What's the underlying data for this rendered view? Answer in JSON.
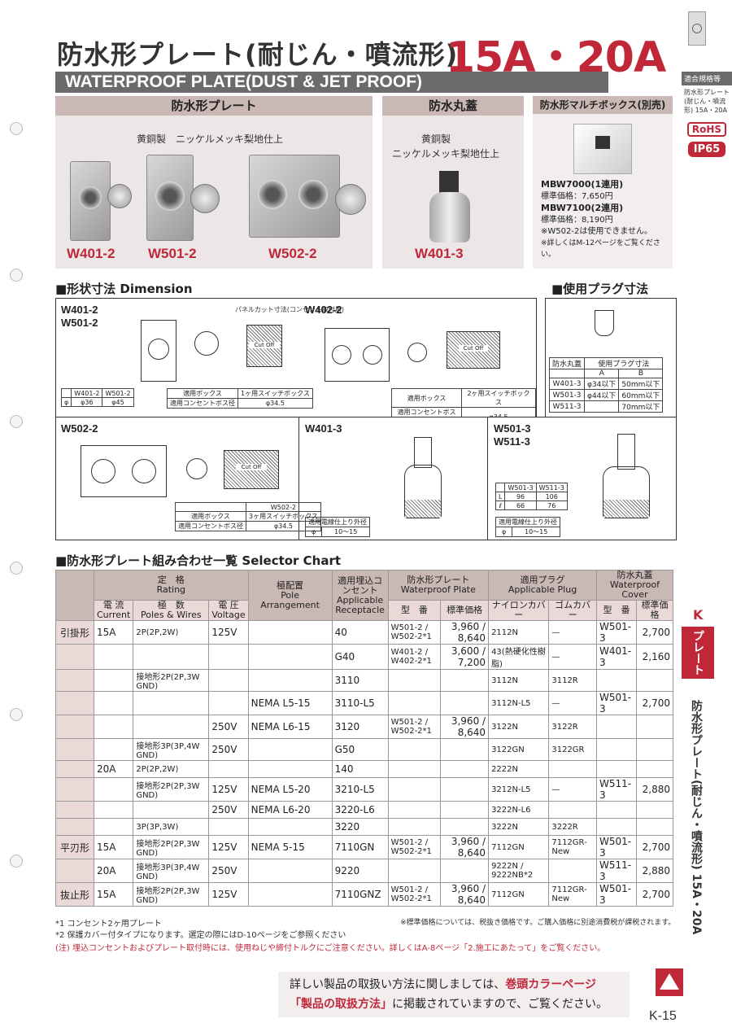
{
  "header": {
    "title_jp": "防水形プレート(耐じん・噴流形)",
    "title_amp": "15A・20A",
    "title_en": "WATERPROOF PLATE(DUST & JET PROOF)"
  },
  "standards": {
    "head": "適合規格等",
    "body": "防水形プレート(耐じん・噴流形) 15A・20A",
    "rohs": "RoHS",
    "ip": "IP65"
  },
  "products": {
    "plate_head": "防水形プレート",
    "plate_material": "黄銅製　ニッケルメッキ梨地仕上",
    "models": [
      "W401-2",
      "W501-2",
      "W502-2"
    ],
    "cover_head": "防水丸蓋",
    "cover_material_1": "黄銅製",
    "cover_material_2": "ニッケルメッキ梨地仕上",
    "cover_model": "W401-3"
  },
  "multibox": {
    "head": "防水形マルチボックス(別売)",
    "m1": "MBW7000(1連用)",
    "p1": "標準価格：7,650円",
    "m2": "MBW7100(2連用)",
    "p2": "標準価格：8,190円",
    "n1": "※W502-2は使用できません。",
    "n2": "※詳しくはM-12ページをご覧ください。"
  },
  "dimension": {
    "head": "■形状寸法 Dimension",
    "plug_head": "■使用プラグ寸法",
    "w401": "W401-2",
    "w501": "W501-2",
    "w402": "W402-2",
    "w502": "W502-2",
    "w4013": "W401-3",
    "w5013": "W501-3",
    "w5113": "W511-3",
    "cutout": "Cut Off",
    "panel_cut": "パネルカット寸法(コンセント取付用)",
    "phi36": "φ36",
    "phi45": "φ45",
    "phi345": "φ34.5",
    "box_label": "適用ボックス",
    "box_1": "1ヶ用スイッチボックス",
    "box_2": "2ヶ用スイッチボックス",
    "box_3": "3ヶ用スイッチボックス",
    "conc_label": "適用コンセントボス径",
    "cable_label": "適用電線仕上り外径",
    "cable_val": "10〜15",
    "plug_rows": [
      [
        "防水丸蓋",
        "使用プラグ寸法",
        ""
      ],
      [
        "",
        "A",
        "B"
      ],
      [
        "W401-3",
        "φ34以下",
        "50mm以下"
      ],
      [
        "W501-3",
        "φ44以下",
        "60mm以下"
      ],
      [
        "W511-3",
        "",
        "70mm以下"
      ]
    ],
    "l_rows": [
      [
        "",
        "W501-3",
        "W511-3"
      ],
      [
        "L",
        "96",
        "106"
      ],
      [
        "ℓ",
        "66",
        "76"
      ]
    ]
  },
  "selector": {
    "head": "■防水形プレート組み合わせ一覧 Selector Chart",
    "h_rating": "定　格",
    "h_rating_en": "Rating",
    "h_current": "電 流",
    "h_current_en": "Current",
    "h_poles": "極　数",
    "h_poles_en": "Poles & Wires",
    "h_voltage": "電 圧",
    "h_voltage_en": "Voltage",
    "h_pole": "極配置",
    "h_pole_en": "Pole Arrangement",
    "h_recept": "適用埋込コンセント",
    "h_recept_en": "Applicable Receptacle",
    "h_plate": "防水形プレート",
    "h_plate_en": "Waterproof Plate",
    "h_plug": "適用プラグ",
    "h_plug_en": "Applicable Plug",
    "h_cover": "防水丸蓋",
    "h_cover_en": "Waterproof Cover",
    "h_cat": "型　番",
    "h_price": "標準価格",
    "h_nylon": "ナイロンカバー",
    "h_rubber": "ゴムカバー",
    "rows": [
      {
        "group": "引掛形",
        "cur": "15A",
        "poles": "2P(2P,2W)",
        "volt": "125V",
        "pole": "",
        "rec": "40",
        "plate": "W501-2 / W502-2*1",
        "price": "3,960 / 8,640",
        "nylon": "2112N",
        "rubber": "—",
        "cover": "W501-3",
        "cprice": "2,700"
      },
      {
        "group": "",
        "cur": "",
        "poles": "",
        "volt": "",
        "pole": "",
        "rec": "G40",
        "plate": "W401-2 / W402-2*1",
        "price": "3,600 / 7,200",
        "nylon": "43(熱硬化性樹脂)",
        "rubber": "—",
        "cover": "W401-3",
        "cprice": "2,160"
      },
      {
        "group": "",
        "cur": "",
        "poles": "接地形2P(2P,3W GND)",
        "volt": "",
        "pole": "",
        "rec": "3110",
        "plate": "",
        "price": "",
        "nylon": "3112N",
        "rubber": "3112R",
        "cover": "",
        "cprice": ""
      },
      {
        "group": "",
        "cur": "",
        "poles": "",
        "volt": "",
        "pole": "NEMA L5-15",
        "rec": "3110-L5",
        "plate": "",
        "price": "",
        "nylon": "3112N-L5",
        "rubber": "—",
        "cover": "W501-3",
        "cprice": "2,700"
      },
      {
        "group": "",
        "cur": "",
        "poles": "",
        "volt": "250V",
        "pole": "NEMA L6-15",
        "rec": "3120",
        "plate": "W501-2 / W502-2*1",
        "price": "3,960 / 8,640",
        "nylon": "3122N",
        "rubber": "3122R",
        "cover": "",
        "cprice": ""
      },
      {
        "group": "",
        "cur": "",
        "poles": "接地形3P(3P,4W GND)",
        "volt": "250V",
        "pole": "",
        "rec": "G50",
        "plate": "",
        "price": "",
        "nylon": "3122GN",
        "rubber": "3122GR",
        "cover": "",
        "cprice": ""
      },
      {
        "group": "",
        "cur": "20A",
        "poles": "2P(2P,2W)",
        "volt": "",
        "pole": "",
        "rec": "140",
        "plate": "",
        "price": "",
        "nylon": "2222N",
        "rubber": "",
        "cover": "",
        "cprice": ""
      },
      {
        "group": "",
        "cur": "",
        "poles": "接地形2P(2P,3W GND)",
        "volt": "125V",
        "pole": "NEMA L5-20",
        "rec": "3210-L5",
        "plate": "",
        "price": "",
        "nylon": "3212N-L5",
        "rubber": "—",
        "cover": "W511-3",
        "cprice": "2,880"
      },
      {
        "group": "",
        "cur": "",
        "poles": "",
        "volt": "250V",
        "pole": "NEMA L6-20",
        "rec": "3220-L6",
        "plate": "",
        "price": "",
        "nylon": "3222N-L6",
        "rubber": "",
        "cover": "",
        "cprice": ""
      },
      {
        "group": "",
        "cur": "",
        "poles": "3P(3P,3W)",
        "volt": "",
        "pole": "",
        "rec": "3220",
        "plate": "",
        "price": "",
        "nylon": "3222N",
        "rubber": "3222R",
        "cover": "",
        "cprice": ""
      },
      {
        "group": "平刃形",
        "cur": "15A",
        "poles": "接地形2P(2P,3W GND)",
        "volt": "125V",
        "pole": "NEMA 5-15",
        "rec": "7110GN",
        "plate": "W501-2 / W502-2*1",
        "price": "3,960 / 8,640",
        "nylon": "7112GN",
        "rubber": "7112GR-New",
        "cover": "W501-3",
        "cprice": "2,700"
      },
      {
        "group": "",
        "cur": "20A",
        "poles": "接地形3P(3P,4W GND)",
        "volt": "250V",
        "pole": "",
        "rec": "9220",
        "plate": "",
        "price": "",
        "nylon": "9222N / 9222NB*2",
        "rubber": "",
        "cover": "W511-3",
        "cprice": "2,880"
      },
      {
        "group": "抜止形",
        "cur": "15A",
        "poles": "接地形2P(2P,3W GND)",
        "volt": "125V",
        "pole": "",
        "rec": "7110GNZ",
        "plate": "W501-2 / W502-2*1",
        "price": "3,960 / 8,640",
        "nylon": "7112GN",
        "rubber": "7112GR-New",
        "cover": "W501-3",
        "cprice": "2,700"
      }
    ]
  },
  "notes": {
    "n1": "*1 コンセント2ヶ用プレート",
    "n2": "*2 保護カバー付タイプになります。選定の際にはD-10ページをご参照ください",
    "tax": "※標準価格については、税抜き価格です。ご購入価格に別途消費税が課税されます。",
    "caution": "(注) 埋込コンセントおよびプレート取付時には、使用ねじや締付トルクにご注意ください。詳しくはA-8ページ「2.施工にあたって」をご覧ください。"
  },
  "side": {
    "k": "K",
    "tab": "プレート",
    "vertical": "防水形プレート(耐じん・噴流形) 15A・20A"
  },
  "footer": {
    "notice_1": "詳しい製品の取扱い方法に関しましては、",
    "notice_red_1": "巻頭カラーページ",
    "notice_red_2": "「製品の取扱方法」",
    "notice_2": "に掲載されていますので、ご覧ください。",
    "page": "K-15"
  }
}
